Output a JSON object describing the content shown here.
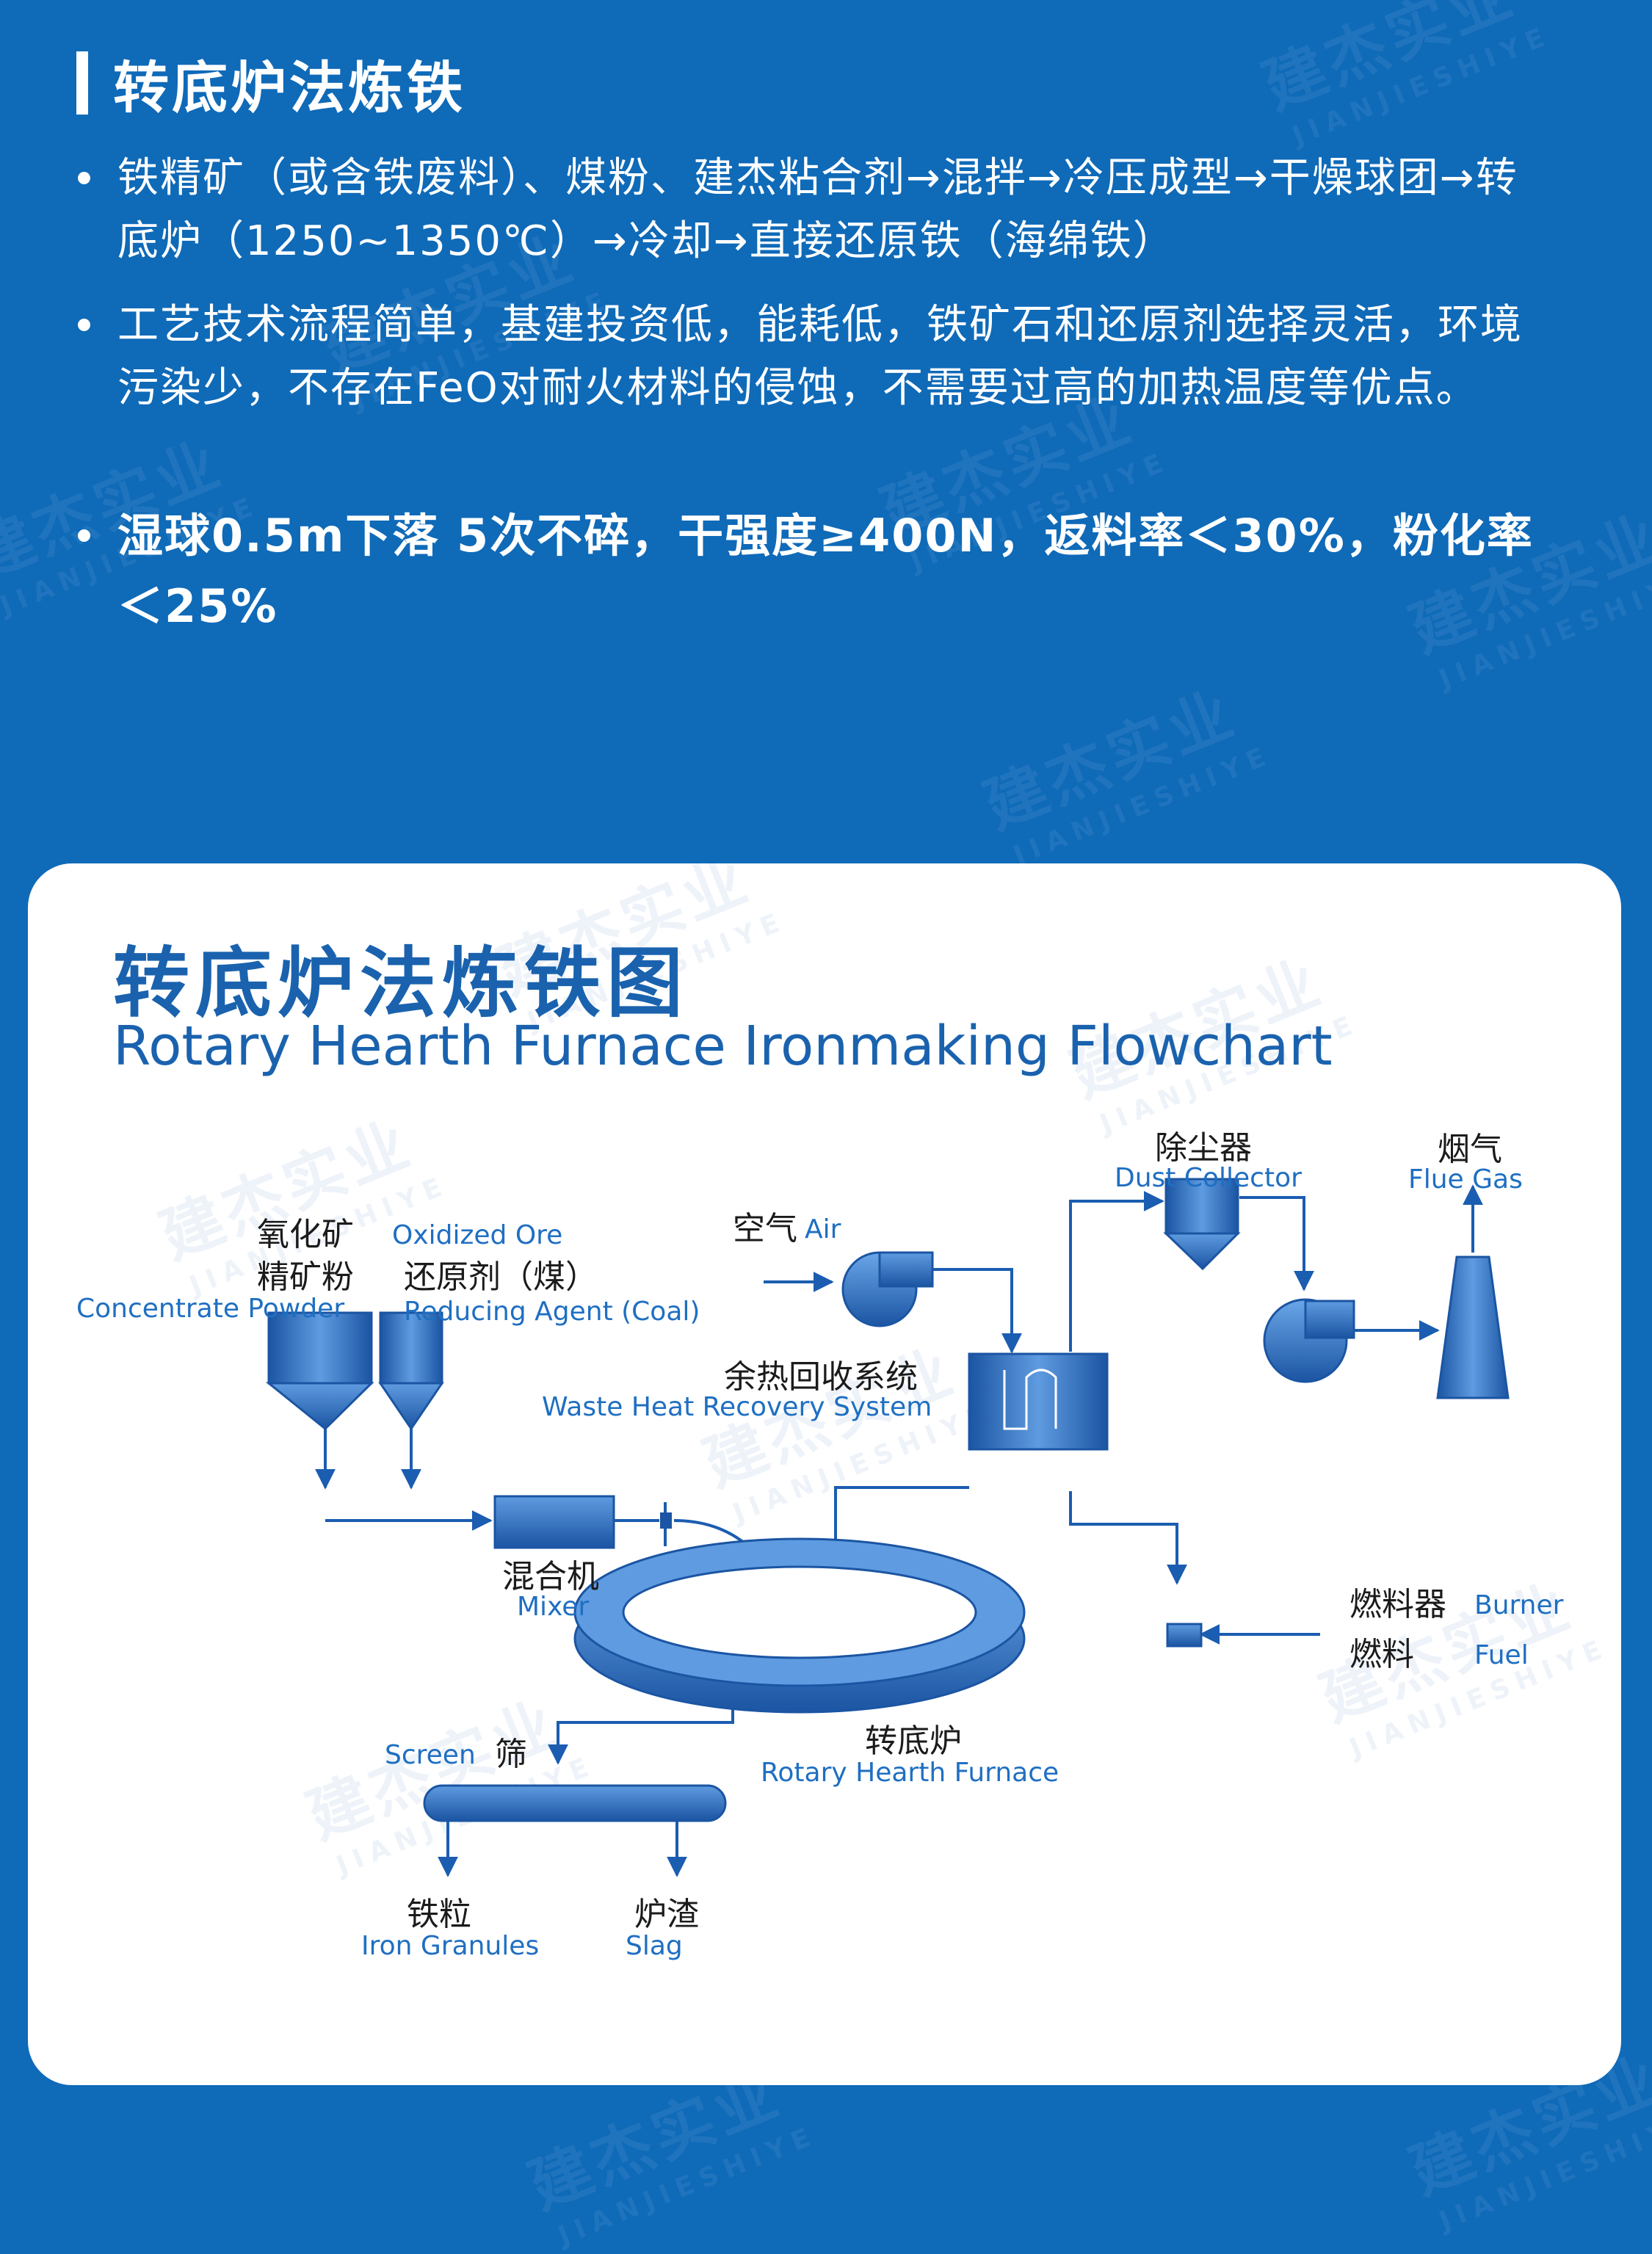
{
  "watermark": {
    "cn": "建杰实业",
    "en": "JIANJIESHIYE"
  },
  "section": {
    "title": "转底炉法炼铁",
    "bullets": [
      "铁精矿（或含铁废料）、煤粉、建杰粘合剂→混拌→冷压成型→干燥球团→转底炉（1250~1350℃）→冷却→直接还原铁（海绵铁）",
      "工艺技术流程简单，基建投资低，能耗低，铁矿石和还原剂选择灵活，环境污染少，不存在FeO对耐火材料的侵蚀，不需要过高的加热温度等优点。"
    ],
    "highlight": "湿球0.5m下落 5次不碎，干强度≥400N，返料率＜30%，粉化率＜25%"
  },
  "card": {
    "title_cn": "转底炉法炼铁图",
    "title_en": "Rotary Hearth Furnace Ironmaking Flowchart"
  },
  "diagram": {
    "oxidized_ore_cn": "氧化矿",
    "oxidized_ore_en": "Oxidized Ore",
    "concentrate_cn": "精矿粉",
    "concentrate_en": "Concentrate Powder",
    "reducing_agent_cn": "还原剂（煤）",
    "reducing_agent_en": "Reducing Agent (Coal)",
    "air_cn": "空气",
    "air_en": "Air",
    "dust_collector_cn": "除尘器",
    "dust_collector_en": "Dust Collector",
    "flue_gas_cn": "烟气",
    "flue_gas_en": "Flue Gas",
    "waste_heat_cn": "余热回收系统",
    "waste_heat_en": "Waste Heat Recovery System",
    "mixer_cn": "混合机",
    "mixer_en": "Mixer",
    "burner_cn": "燃料器",
    "burner_en": "Burner",
    "fuel_cn": "燃料",
    "fuel_en": "Fuel",
    "rhf_cn": "转底炉",
    "rhf_en": "Rotary Hearth Furnace",
    "screen_cn": "筛",
    "screen_en": "Screen",
    "iron_granules_cn": "铁粒",
    "iron_granules_en": "Iron Granules",
    "slag_cn": "炉渣",
    "slag_en": "Slag",
    "colors": {
      "equipment_dark": "#1b55a3",
      "equipment_light": "#5f9be0",
      "line": "#1b5db0",
      "label_en": "#1f6fc2"
    }
  }
}
